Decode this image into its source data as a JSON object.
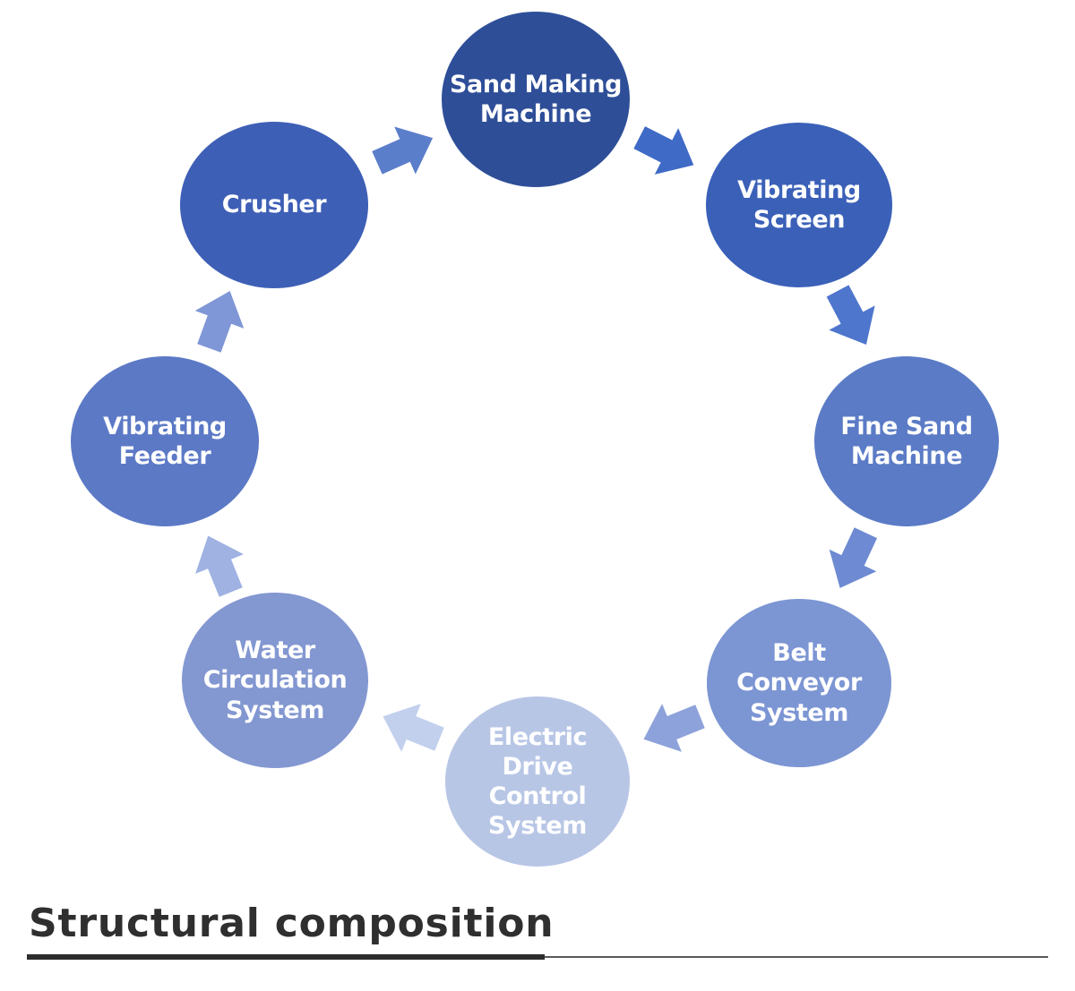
{
  "diagram": {
    "nodes": [
      {
        "label": "Sand Making\nMachine",
        "color": "#2e4e98"
      },
      {
        "label": "Vibrating\nScreen",
        "color": "#3a60b8"
      },
      {
        "label": "Fine Sand\nMachine",
        "color": "#5b7bc6"
      },
      {
        "label": "Belt Conveyor\nSystem",
        "color": "#7c95d3"
      },
      {
        "label": "Electric Drive\nControl System",
        "color": "#b8c6e6"
      },
      {
        "label": "Water\nCirculation\nSystem",
        "color": "#8397d1"
      },
      {
        "label": "Vibrating\nFeeder",
        "color": "#5c79c6"
      },
      {
        "label": "Crusher",
        "color": "#3e5fb6"
      }
    ],
    "arrows": [
      {
        "color": "#3f6ac6"
      },
      {
        "color": "#4e76cc"
      },
      {
        "color": "#6d8ad2"
      },
      {
        "color": "#8da2da"
      },
      {
        "color": "#c2d0ee"
      },
      {
        "color": "#9fb2e2"
      },
      {
        "color": "#7f97d6"
      },
      {
        "color": "#5b7ecb"
      }
    ]
  },
  "section": {
    "title": "Structural composition"
  }
}
